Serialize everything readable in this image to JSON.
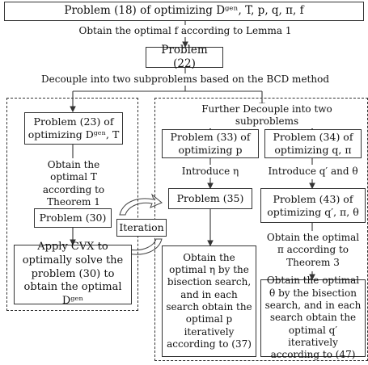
{
  "top_problem": "Problem (18) of optimizing Dᵍᵉⁿ, T, p, q, π, f",
  "step_lemma1": "Obtain the optimal f according to Lemma 1",
  "problem22": "Problem (22)",
  "step_bcd": "Decouple into two subproblems based on the BCD method",
  "further_decouple": "Further Decouple into two subproblems",
  "problem23": "Problem (23) of optimizing Dᵍᵉⁿ, T",
  "step_theorem1": "Obtain the optimal T according to Theorem 1",
  "problem30": "Problem (30)",
  "cvx_box": "Apply CVX to optimally solve the problem (30) to obtain the optimal Dᵍᵉⁿ",
  "iteration": "Iteration",
  "problem33": "Problem (33) of optimizing p",
  "introduce_eta": "Introduce η",
  "problem35": "Problem (35)",
  "eta_box": "Obtain the optimal η by the bisection search, and in each search obtain the optimal p iteratively according to (37)",
  "problem34": "Problem (34) of optimizing q, π",
  "introduce_qtheta": "Introduce q′ and θ",
  "problem43": "Problem (43) of optimizing q′, π, θ",
  "step_theorem3": "Obtain the optimal π according to Theorem 3",
  "theta_box": "Obtain the optimal θ by the bisection search, and in each search obtain the optimal q′ iteratively according to (47)"
}
